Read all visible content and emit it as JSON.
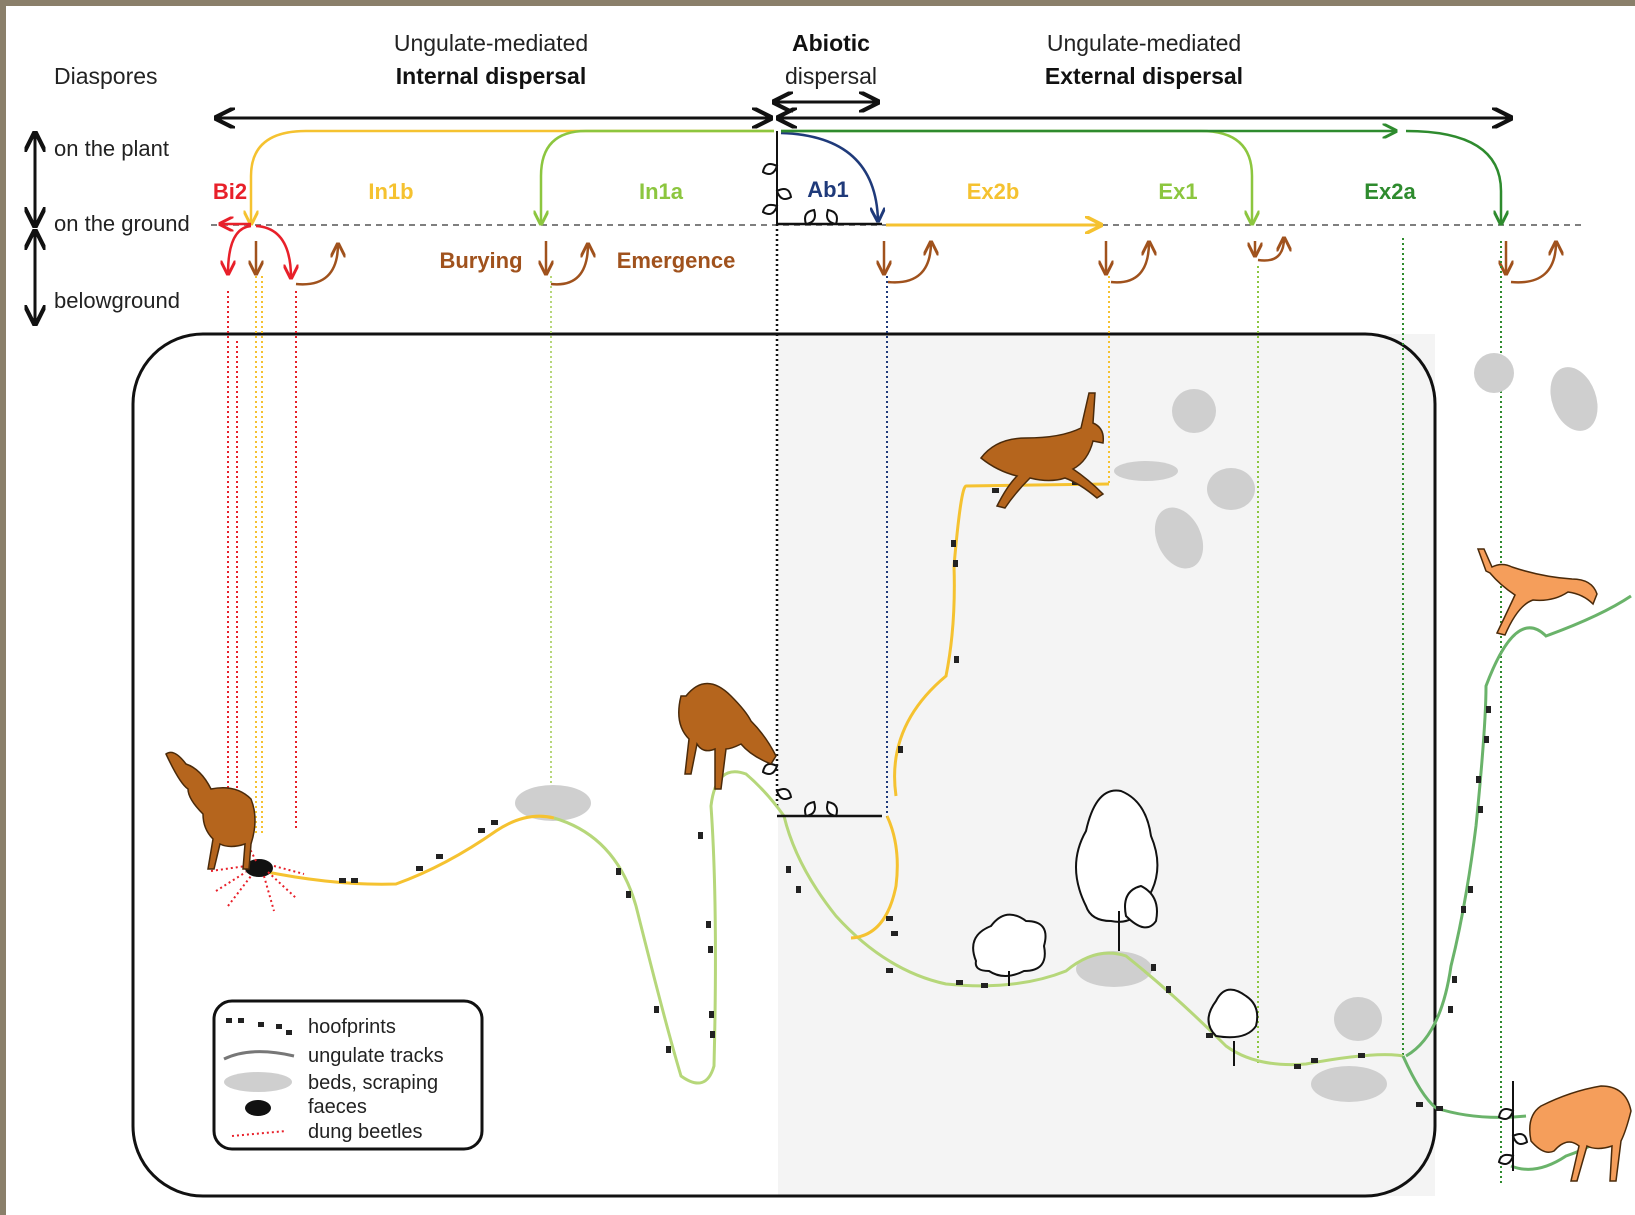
{
  "header": {
    "internal": {
      "line1": "Ungulate-mediated",
      "line2": "Internal dispersal"
    },
    "abiotic": {
      "line1": "Abiotic",
      "line2": "dispersal"
    },
    "external": {
      "line1": "Ungulate-mediated",
      "line2": "External dispersal"
    }
  },
  "left_axis": {
    "title": "Diaspores",
    "on_plant": "on the plant",
    "on_ground": "on the ground",
    "belowground": "belowground"
  },
  "pathways": {
    "bi2": {
      "label": "Bi2",
      "color": "#e8202a"
    },
    "in1b": {
      "label": "In1b",
      "color": "#f5c230"
    },
    "in1a": {
      "label": "In1a",
      "color": "#8cc63f"
    },
    "ab1": {
      "label": "Ab1",
      "color": "#1f3a7a"
    },
    "ex2b": {
      "label": "Ex2b",
      "color": "#f5c230"
    },
    "ex1": {
      "label": "Ex1",
      "color": "#8cc63f"
    },
    "ex2a": {
      "label": "Ex2a",
      "color": "#2e8b2e"
    }
  },
  "processes": {
    "burying": "Burying",
    "emergence": "Emergence",
    "color": "#a0521d"
  },
  "legend": {
    "hoofprints": "hoofprints",
    "tracks": "ungulate tracks",
    "beds": "beds, scraping",
    "faeces": "faeces",
    "beetles": "dung beetles"
  }
}
